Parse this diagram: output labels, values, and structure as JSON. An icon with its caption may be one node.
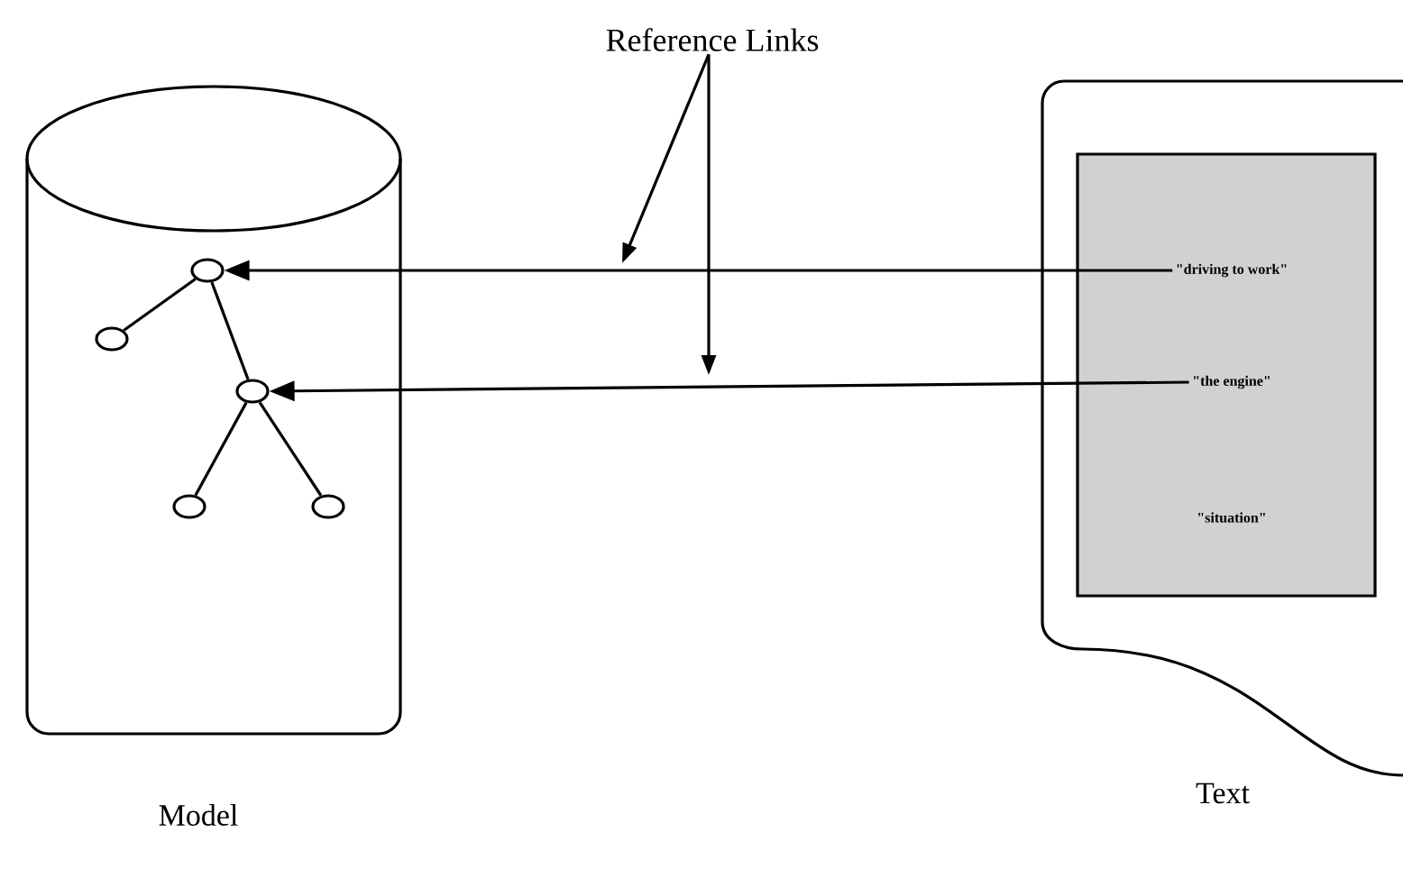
{
  "diagram": {
    "nodes": [
      {
        "text": [
          "Model"
        ]
      },
      {
        "text": [],
        "shape": "circle",
        "in": 0
      },
      {
        "text": [],
        "shape": "circle",
        "in": 0
      },
      {
        "text": [],
        "shape": "circle",
        "in": 0
      },
      {
        "text": [],
        "shape": "circle",
        "in": 0
      },
      {
        "text": [],
        "shape": "circle",
        "in": 0
      },
      {
        "text": [
          "Text"
        ]
      },
      {
        "text": [],
        "shape": "box",
        "in": 6
      },
      {
        "text": [
          "\"driving to work\""
        ],
        "in": 7
      },
      {
        "text": [
          "\"the engine\""
        ],
        "in": 7
      },
      {
        "text": [
          "\"situation\""
        ],
        "in": 7
      },
      {
        "text": [
          "Reference Links"
        ]
      }
    ],
    "edges": [
      {
        "from": 1,
        "to": 2,
        "arrow": "none"
      },
      {
        "from": 1,
        "to": 3,
        "arrow": "none"
      },
      {
        "from": 3,
        "to": 4,
        "arrow": "none"
      },
      {
        "from": 3,
        "to": 5,
        "arrow": "none"
      },
      {
        "from": 8,
        "to": 1,
        "arrow": "to"
      },
      {
        "from": 9,
        "to": 3,
        "arrow": "to"
      },
      {
        "from": 11,
        "to": null,
        "arrow": "to"
      },
      {
        "from": 11,
        "to": null,
        "arrow": "to"
      }
    ]
  }
}
